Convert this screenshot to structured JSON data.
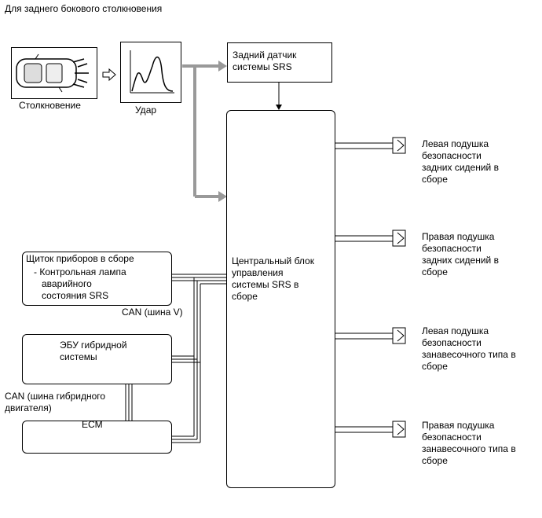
{
  "title": "Для заднего бокового столкновения",
  "collision_label": "Столкновение",
  "impact_label": "Удар",
  "rear_sensor": [
    "Задний датчик",
    "системы SRS"
  ],
  "center_unit": [
    "Центральный блок",
    "управления",
    "системы SRS в",
    "сборе"
  ],
  "meter": [
    "Щиток приборов в сборе",
    "- Контрольная лампа",
    "аварийного",
    "состояния SRS"
  ],
  "hybrid_ecu": [
    "ЭБУ гибридной",
    "системы"
  ],
  "ecm": "ECM",
  "can_v": "CAN (шина V)",
  "can_hybrid": [
    "CAN (шина гибридного",
    "двигателя)"
  ],
  "outputs": [
    [
      "Левая подушка",
      "безопасности",
      "задних сидений в",
      "сборе"
    ],
    [
      "Правая подушка",
      "безопасности",
      "задних сидений в",
      "сборе"
    ],
    [
      "Левая подушка",
      "безопасности",
      "занавесочного типа в",
      "сборе"
    ],
    [
      "Правая подушка",
      "безопасности",
      "занавесочного типа в",
      "сборе"
    ]
  ],
  "colors": {
    "line": "#000000",
    "arrow_grey": "#999999"
  }
}
